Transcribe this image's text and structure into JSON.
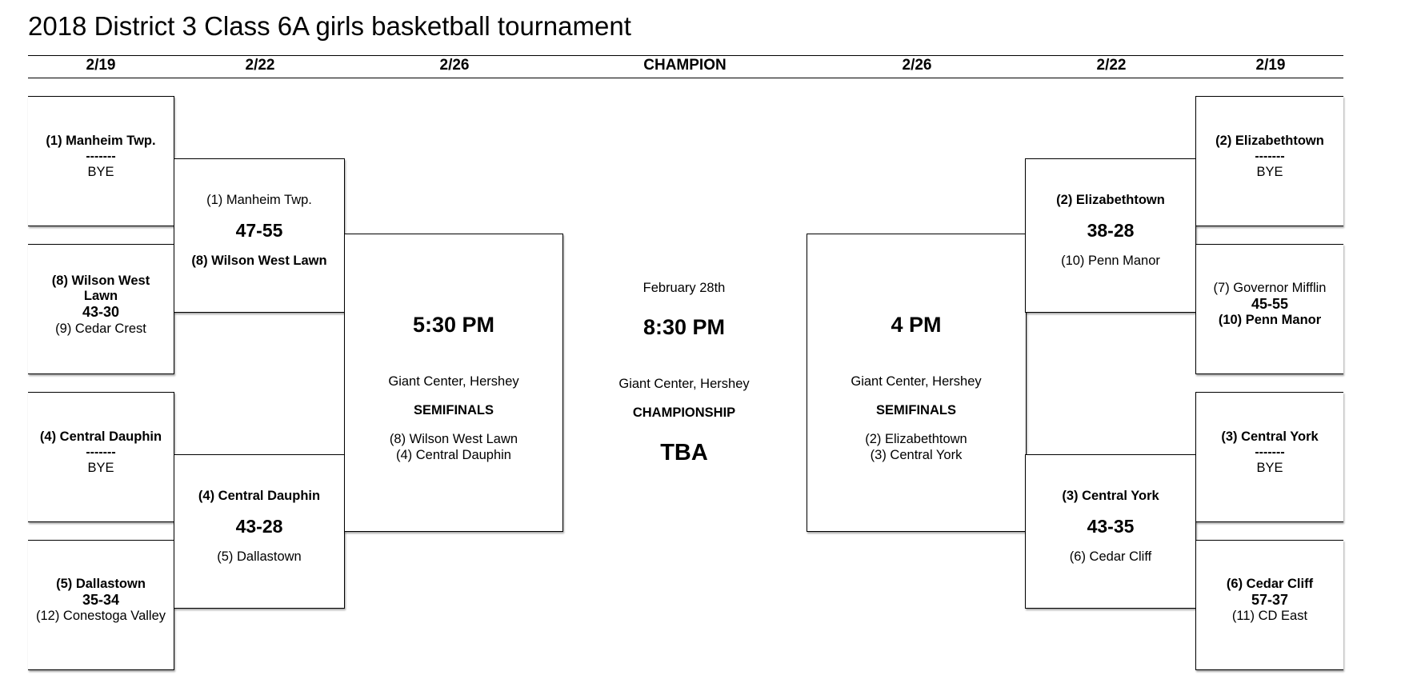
{
  "title": "2018 District 3 Class 6A girls basketball tournament",
  "headers": [
    "2/19",
    "2/22",
    "2/26",
    "CHAMPION",
    "2/26",
    "2/22",
    "2/19"
  ],
  "left": {
    "r1": [
      {
        "top": "(1) Manheim Twp.",
        "dashes": "-------",
        "bottom": "BYE"
      },
      {
        "top": "(8) Wilson West Lawn",
        "score": "43-30",
        "bottom": "(9) Cedar Crest"
      },
      {
        "top": "(4) Central Dauphin",
        "dashes": "-------",
        "bottom": "BYE"
      },
      {
        "top": "(5) Dallastown",
        "score": "35-34",
        "bottom": "(12) Conestoga Valley"
      }
    ],
    "qf": [
      {
        "top": "(1) Manheim Twp.",
        "score": "47-55",
        "bottom": "(8) Wilson West Lawn"
      },
      {
        "top": "(4) Central Dauphin",
        "score": "43-28",
        "bottom": "(5) Dallastown"
      }
    ],
    "sf": {
      "time": "5:30 PM",
      "venue": "Giant Center, Hershey",
      "round": "SEMIFINALS",
      "team1": "(8) Wilson West Lawn",
      "team2": "(4) Central Dauphin"
    }
  },
  "champion": {
    "date": "February 28th",
    "time": "8:30 PM",
    "venue": "Giant Center, Hershey",
    "round": "CHAMPIONSHIP",
    "winner": "TBA"
  },
  "right": {
    "r1": [
      {
        "top": "(2) Elizabethtown",
        "dashes": "-------",
        "bottom": "BYE"
      },
      {
        "top": "(7) Governor Mifflin",
        "score": "45-55",
        "bottom": "(10) Penn Manor"
      },
      {
        "top": "(3) Central York",
        "dashes": "-------",
        "bottom": "BYE"
      },
      {
        "top": "(6) Cedar Cliff",
        "score": "57-37",
        "bottom": "(11) CD East"
      }
    ],
    "qf": [
      {
        "top": "(2) Elizabethtown",
        "score": "38-28",
        "bottom": "(10) Penn Manor"
      },
      {
        "top": "(3) Central York",
        "score": "43-35",
        "bottom": "(6) Cedar Cliff"
      }
    ],
    "sf": {
      "time": "4 PM",
      "venue": "Giant Center, Hershey",
      "round": "SEMIFINALS",
      "team1": "(2) Elizabethtown",
      "team2": "(3) Central York"
    }
  }
}
